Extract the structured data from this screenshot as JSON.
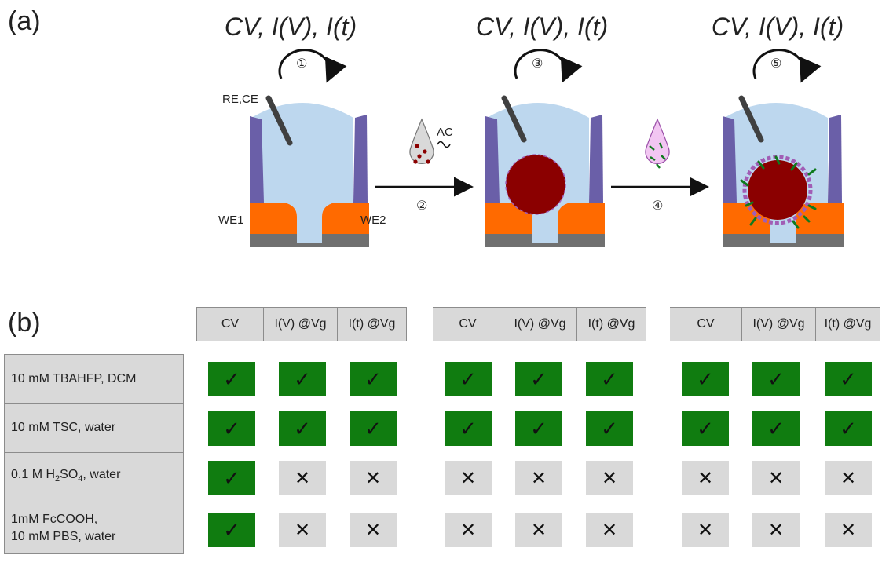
{
  "panel_a": {
    "label": "(a)",
    "measurement_title": "CV, I(V), I(t)",
    "steps": [
      "①",
      "②",
      "③",
      "④",
      "⑤"
    ],
    "labels": {
      "re_ce": "RE,CE",
      "we1": "WE1",
      "we2": "WE2",
      "ac": "AC"
    }
  },
  "panel_b": {
    "label": "(b)",
    "header_groups": [
      [
        "CV",
        "I(V) @Vg",
        "I(t) @Vg"
      ],
      [
        "CV",
        "I(V) @Vg",
        "I(t) @Vg"
      ],
      [
        "CV",
        "I(V) @Vg",
        "I(t) @Vg"
      ]
    ],
    "rows": [
      {
        "label_lines": [
          "10 mM TBAHFP, DCM"
        ],
        "cells": [
          true,
          true,
          true,
          true,
          true,
          true,
          true,
          true,
          true
        ]
      },
      {
        "label_lines": [
          "10 mM TSC, water"
        ],
        "cells": [
          true,
          true,
          true,
          true,
          true,
          true,
          true,
          true,
          true
        ]
      },
      {
        "label_lines": [
          "0.1 M H2SO4, water"
        ],
        "cells": [
          true,
          false,
          false,
          false,
          false,
          false,
          false,
          false,
          false
        ]
      },
      {
        "label_lines": [
          "1mM FcCOOH,",
          "10 mM PBS, water"
        ],
        "cells": [
          true,
          false,
          false,
          false,
          false,
          false,
          false,
          false,
          false
        ]
      }
    ],
    "check_symbol": "✓",
    "cross_symbol": "✕"
  },
  "colors": {
    "electrolyte": "#bdd7ee",
    "electrode_wall": "#6a5fa8",
    "gold_contact": "#ff6a00",
    "substrate": "#707070",
    "nanoparticle": "#8b0000",
    "ok_cell": "#107c10",
    "neutral_cell": "#d9d9d9",
    "linker_green": "#0f7a1e",
    "shell_purple": "#a15db5"
  }
}
